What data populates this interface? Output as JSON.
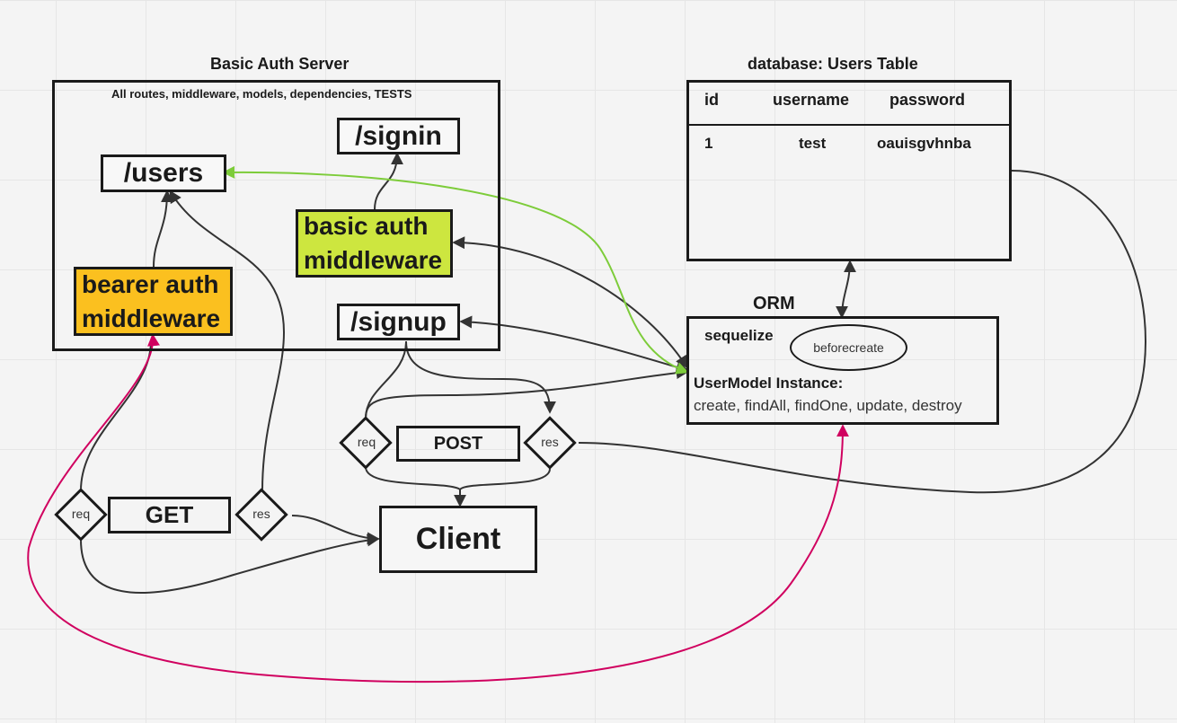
{
  "server": {
    "title": "Basic Auth Server",
    "subtitle": "All routes, middleware, models, dependencies, TESTS",
    "routes": {
      "signin": "/signin",
      "users": "/users",
      "signup": "/signup"
    },
    "basic_auth": {
      "line1": "basic auth",
      "line2": "middleware",
      "color": "#cde63f"
    },
    "bearer_auth": {
      "line1": "bearer auth",
      "line2": "middleware",
      "color": "#fbc01f"
    }
  },
  "database": {
    "title": "database: Users Table",
    "columns": [
      "id",
      "username",
      "password"
    ],
    "rows": [
      [
        "1",
        "test",
        "oauisgvhnba"
      ]
    ]
  },
  "orm": {
    "title": "ORM",
    "library": "sequelize",
    "hook": "beforecreate",
    "instance_label": "UserModel Instance:",
    "methods": "create, findAll, findOne, update, destroy"
  },
  "client": {
    "label": "Client"
  },
  "requests": {
    "post": {
      "method": "POST",
      "req": "req",
      "res": "res"
    },
    "get": {
      "method": "GET",
      "req": "req",
      "res": "res"
    }
  },
  "colors": {
    "green_arrow": "#7dcc3a",
    "magenta_arrow": "#d0005f",
    "stroke": "#1a1a1a"
  }
}
